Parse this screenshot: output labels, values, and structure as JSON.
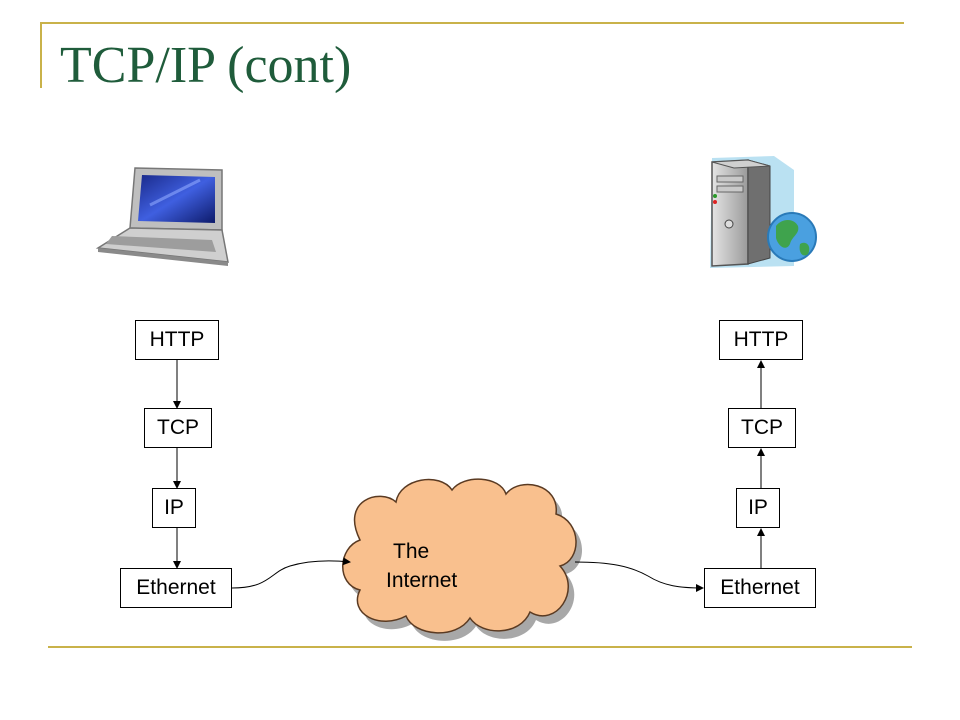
{
  "slide": {
    "title": "TCP/IP (cont)"
  },
  "client": {
    "device_icon": "laptop-icon",
    "layers": [
      "HTTP",
      "TCP",
      "IP",
      "Ethernet"
    ]
  },
  "server": {
    "device_icon": "server-globe-icon",
    "layers": [
      "HTTP",
      "TCP",
      "IP",
      "Ethernet"
    ]
  },
  "network": {
    "icon": "cloud-icon",
    "label_line1": "The",
    "label_line2": "Internet"
  },
  "colors": {
    "title": "#1f5c3b",
    "rule": "#c9b24a",
    "cloud_fill": "#f9c08e"
  }
}
